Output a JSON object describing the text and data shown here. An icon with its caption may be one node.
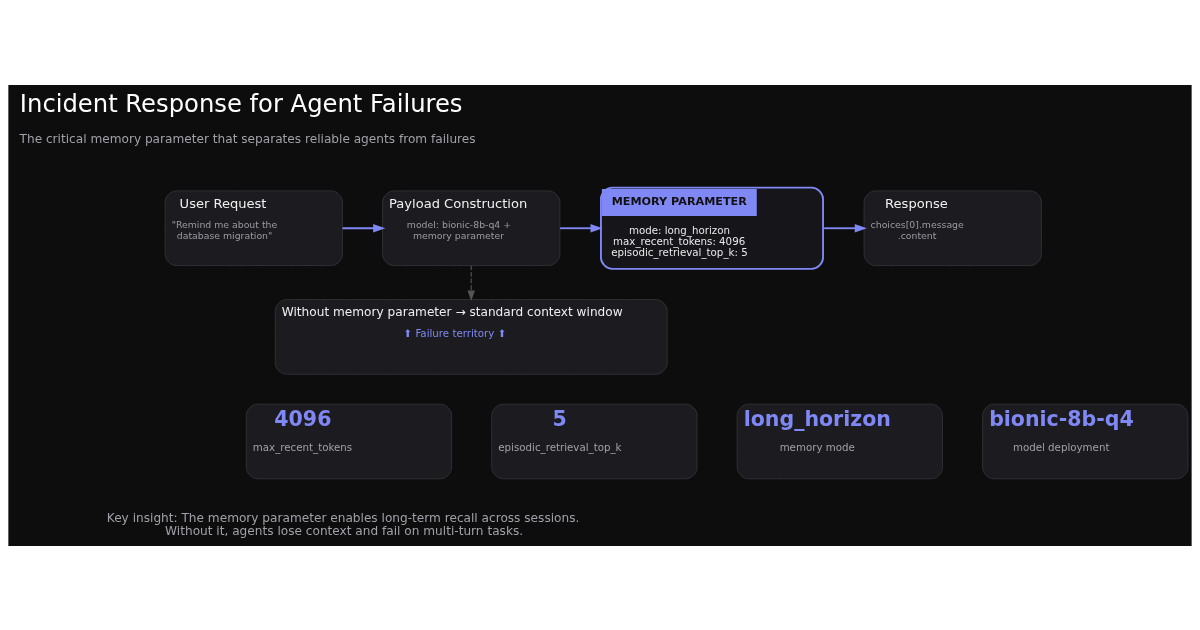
{
  "diagram": {
    "title": "Incident Response for Agent Failures",
    "nodes": [
      {
        "text": [
          "User Request",
          "\"Remind me about the database migration\""
        ]
      },
      {
        "text": [
          "Payload Construction",
          "model: bionic-8b-q4 + memory parameter"
        ]
      },
      {
        "text": [
          "MEMORY PARAMETER",
          "mode: long_horizon max_recent_tokens: 4096 episodic_retrieval_top_k: 5"
        ]
      },
      {
        "text": [
          "Response",
          "choices[0].message .content"
        ]
      },
      {
        "text": [
          "Without memory parameter → standard context window",
          "⬆ Failure territory ⬆"
        ]
      },
      {
        "text": [
          "4096",
          "max_recent_tokens"
        ]
      },
      {
        "text": [
          "5",
          "episodic_retrieval_top_k"
        ]
      },
      {
        "text": [
          "long_horizon",
          "memory mode"
        ]
      },
      {
        "text": [
          "bionic-8b-q4",
          "model deployment"
        ]
      }
    ],
    "edges": [
      {
        "from": 0,
        "to": 1,
        "arrow": "to"
      },
      {
        "from": 1,
        "to": 2,
        "arrow": "to"
      },
      {
        "from": 2,
        "to": 3,
        "arrow": "to"
      },
      {
        "from": 1,
        "to": 4,
        "arrow": "to",
        "style": "dashed",
        "color": "#555555"
      }
    ],
    "labels": [
      "The critical memory parameter that separates reliable agents from failures",
      "Key insight: The memory parameter enables long-term recall across sessions. Without it, agents lose context and fail on multi-turn tasks."
    ]
  }
}
